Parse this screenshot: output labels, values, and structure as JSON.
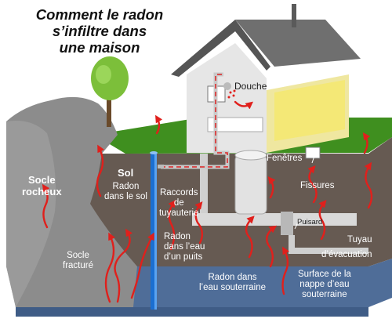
{
  "title": {
    "line1": "Comment le radon",
    "line2": "s’infiltre dans",
    "line3": "une maison"
  },
  "labels": {
    "douche": "Douche",
    "fenetres": "Fenêtres",
    "fissures": "Fissures",
    "puisard": "Puisard",
    "socle_rocheux_1": "Socle",
    "socle_rocheux_2": "rocheux",
    "sol": "Sol",
    "radon_sol_1": "Radon",
    "radon_sol_2": "dans le sol",
    "raccords_1": "Raccords",
    "raccords_2": "de",
    "raccords_3": "tuyauterie",
    "radon_puits_1": "Radon",
    "radon_puits_2": "dans l’eau",
    "radon_puits_3": "d’un puits",
    "tuyau_1": "Tuyau",
    "tuyau_2": "d’évacuation",
    "socle_fracture_1": "Socle",
    "socle_fracture_2": "fracturé",
    "radon_souterraine_1": "Radon dans",
    "radon_souterraine_2": "l’eau souterraine",
    "nappe_1": "Surface de la",
    "nappe_2": "nappe d’eau",
    "nappe_3": "souterraine"
  },
  "colors": {
    "radon_arrow": "#e0201c",
    "grass": "#3f8f1f",
    "soil": "#6b5f57",
    "groundwater": "#4f6f9a",
    "bedrock": "#8a8a8a",
    "house_wall": "#e8e8e8",
    "roof": "#6f6f6f",
    "room_light": "#f2e37a",
    "well_pipe": "#1b6fd1"
  }
}
